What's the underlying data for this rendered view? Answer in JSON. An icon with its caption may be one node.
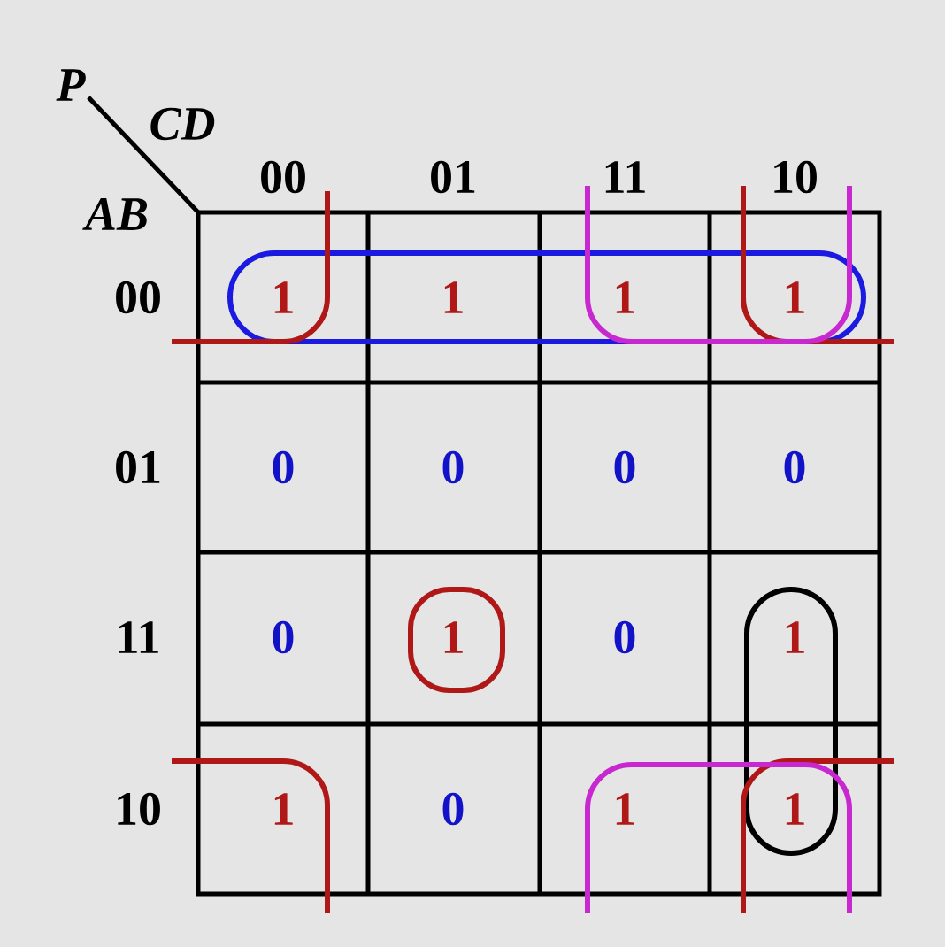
{
  "diagram": {
    "labels": [
      "P",
      "CD",
      "AB",
      "00",
      "01",
      "11",
      "10",
      "00",
      "1",
      "1",
      "1",
      "1",
      "01",
      "0",
      "0",
      "0",
      "0",
      "11",
      "0",
      "1",
      "0",
      "1",
      "10",
      "1",
      "0",
      "1",
      "1"
    ]
  }
}
